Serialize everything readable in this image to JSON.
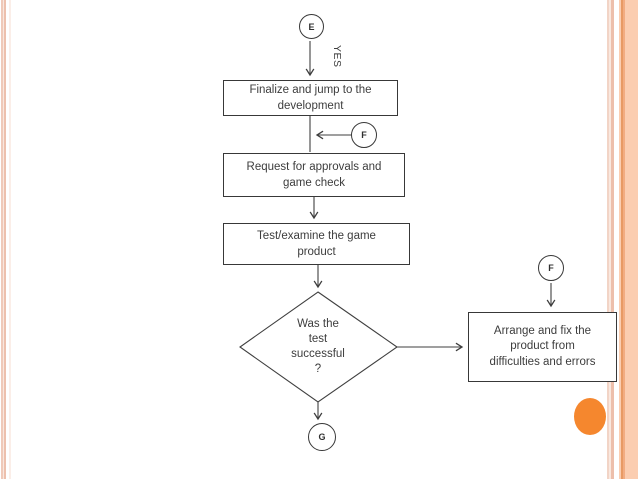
{
  "flowchart": {
    "connector_circles": {
      "e": "E",
      "f_mid": "F",
      "f_right": "F",
      "g": "G"
    },
    "branch_label_yes": "YES",
    "boxes": {
      "finalize": {
        "lines": [
          "Finalize and jump to the",
          "development"
        ]
      },
      "request": {
        "lines": [
          "Request for approvals and",
          "game check"
        ]
      },
      "test": {
        "lines": [
          "Test/examine the game",
          "product"
        ]
      },
      "arrange": {
        "lines": [
          "Arrange and fix the",
          "product from",
          "difficulties and errors"
        ]
      }
    },
    "decision": {
      "lines": [
        "Was the",
        "test",
        "successful",
        "?"
      ]
    }
  },
  "decor": {
    "accent_orange": "#f5872e",
    "stripe_pink": "#edc0ad",
    "stripe_orange_light": "#fbcdb0",
    "stripe_orange_dark": "#e89a64"
  }
}
